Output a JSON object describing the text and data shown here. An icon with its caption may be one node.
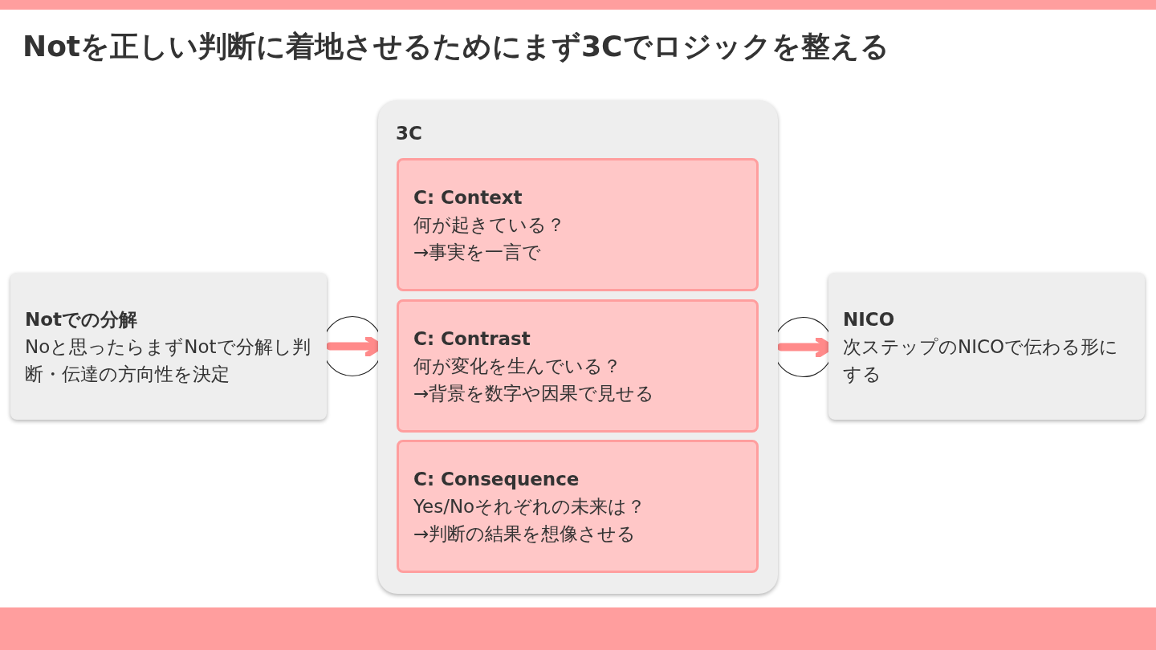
{
  "diagram": {
    "title": "Notを正しい判断に着地させるためにまず3Cでロジックを整える",
    "nodes": [
      {
        "text": [
          "Notでの分解",
          "Noと思ったらまずNotで分解し判断・伝達の方向性を決定"
        ]
      },
      {
        "text": [
          "3C"
        ]
      },
      {
        "text": [
          "C: Context",
          "何が起きている？",
          "→事実を一言で"
        ],
        "in": 1
      },
      {
        "text": [
          "C: Contrast",
          "何が変化を生んでいる？",
          "→背景を数字や因果で見せる"
        ],
        "in": 1
      },
      {
        "text": [
          "C: Consequence",
          "Yes/Noそれぞれの未来は？",
          "→判断の結果を想像させる"
        ],
        "in": 1
      },
      {
        "text": [
          "NICO",
          "次ステップのNICOで伝わる形にする"
        ]
      }
    ],
    "edges": [
      {
        "from": 0,
        "to": 1,
        "arrow": "to"
      },
      {
        "from": 1,
        "to": 5,
        "arrow": "to"
      }
    ]
  }
}
